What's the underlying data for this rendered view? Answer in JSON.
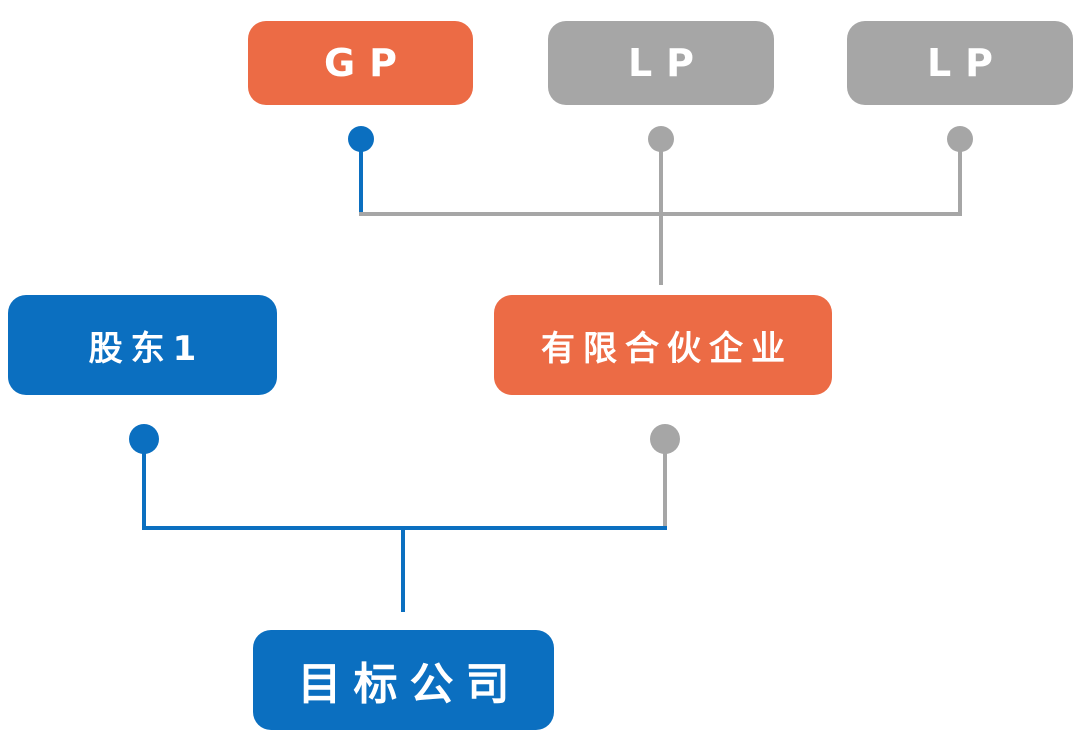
{
  "colors": {
    "gp": "#ec6b45",
    "lp": "#a6a6a6",
    "shareholder": "#0b6fc0",
    "partnership": "#ec6b45",
    "target": "#0b6fc0",
    "connector_blue": "#0b6fc0",
    "connector_gray": "#a6a6a6"
  },
  "nodes": {
    "gp": {
      "label": "GP"
    },
    "lp1": {
      "label": "LP"
    },
    "lp2": {
      "label": "LP"
    },
    "shareholder1": {
      "label": "股东1"
    },
    "partnership": {
      "label": "有限合伙企业"
    },
    "target": {
      "label": "目标公司"
    }
  }
}
